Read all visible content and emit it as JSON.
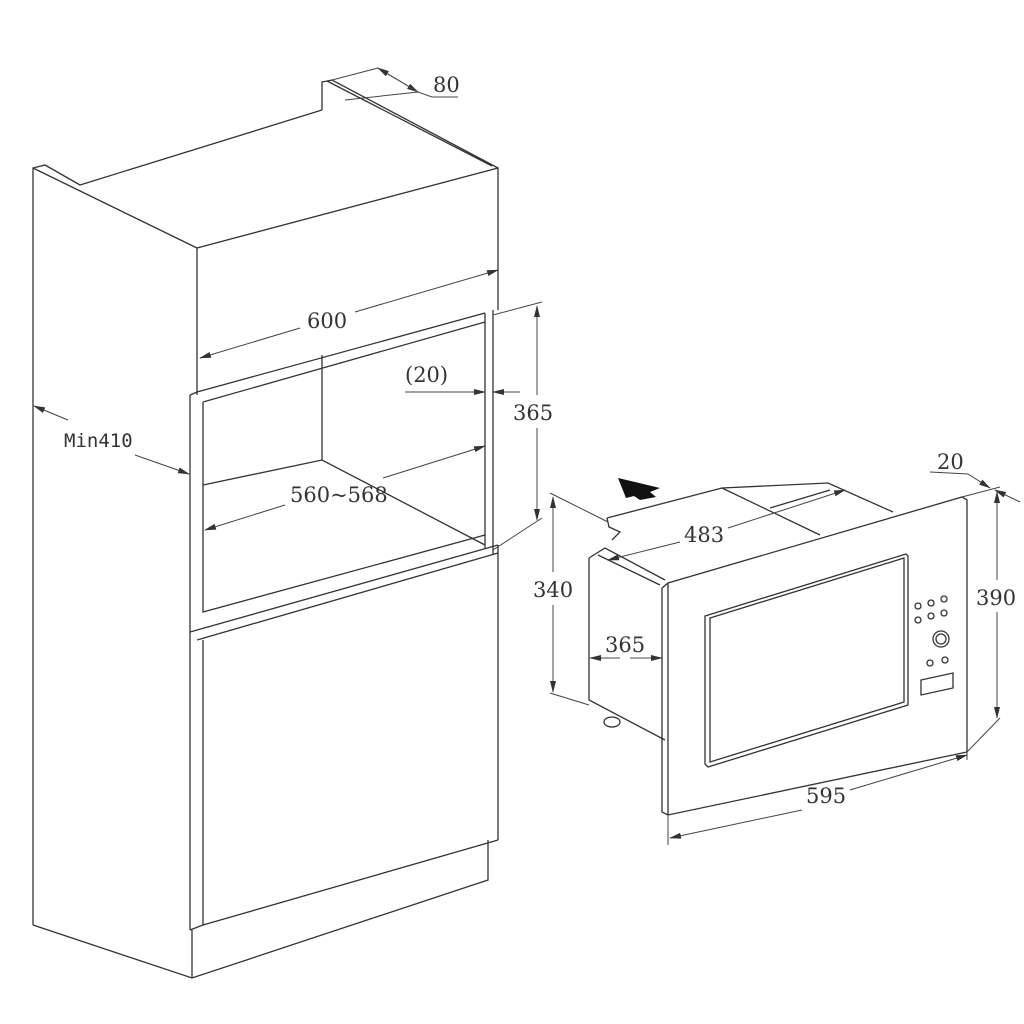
{
  "title": "Built-in microwave installation diagram",
  "dimensions": {
    "top_strip_depth": "80",
    "cabinet_width": "600",
    "side_gap": "(20)",
    "opening_height": "365",
    "min_depth": "Min410",
    "opening_width": "560~568",
    "appliance_width_body": "483",
    "appliance_height_body": "340",
    "appliance_depth": "365",
    "frame_thickness": "20",
    "frame_height": "390",
    "frame_width": "595"
  },
  "colors": {
    "line": "#333333",
    "background": "#ffffff"
  }
}
